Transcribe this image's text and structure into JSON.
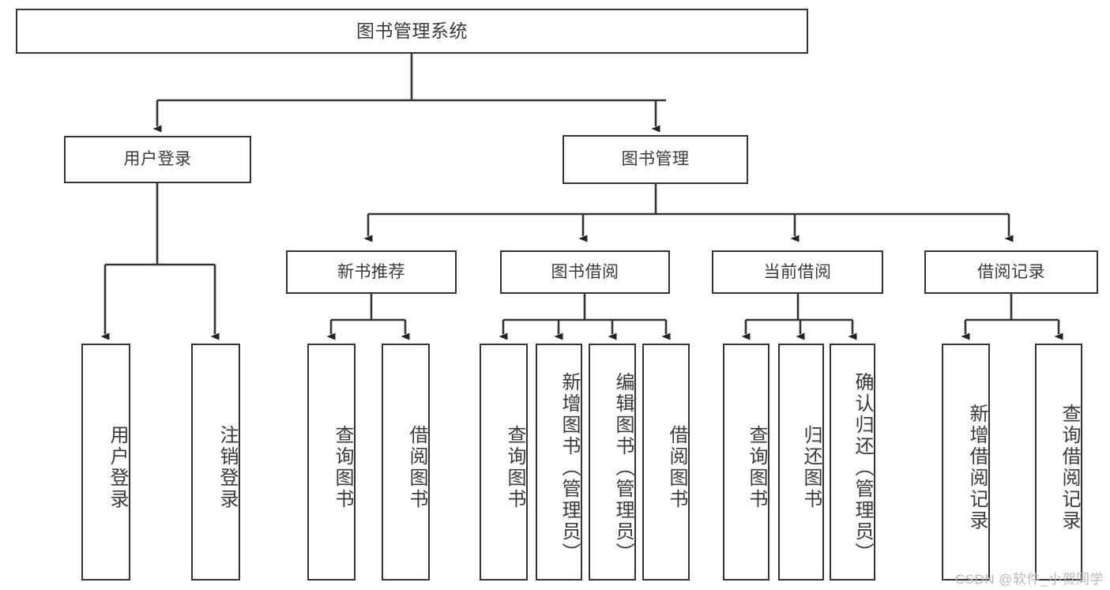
{
  "diagram": {
    "type": "tree-hierarchy-chart",
    "title": "图书管理系统",
    "watermark": "CSDN @软件_小贺同学",
    "colors": {
      "stroke": "#343434",
      "fill": "#ffffff",
      "text": "#3a3a3a",
      "watermark": "#b9b9b9"
    },
    "levels": {
      "root": {
        "label": "图书管理系统"
      },
      "level2": [
        {
          "label": "用户登录"
        },
        {
          "label": "图书管理"
        }
      ],
      "level3": [
        {
          "label": "新书推荐"
        },
        {
          "label": "图书借阅"
        },
        {
          "label": "当前借阅"
        },
        {
          "label": "借阅记录"
        }
      ]
    },
    "nodes": {
      "root": "图书管理系统",
      "user_login": "用户登录",
      "book_manage": "图书管理",
      "new_book_rec": "新书推荐",
      "book_borrow": "图书借阅",
      "current_borrow": "当前借阅",
      "borrow_record": "借阅记录",
      "leaf_user_login": "用户登录",
      "leaf_logout": "注销登录",
      "leaf_query_book_1": "查询图书",
      "leaf_borrow_book_1": "借阅图书",
      "leaf_query_book_2": "查询图书",
      "leaf_add_book_admin": "新增图书（管理员）",
      "leaf_edit_book_admin": "编辑图书（管理员）",
      "leaf_borrow_book_2": "借阅图书",
      "leaf_query_book_3": "查询图书",
      "leaf_return_book": "归还图书",
      "leaf_confirm_return_admin": "确认归还（管理员）",
      "leaf_add_borrow_record": "新增借阅记录",
      "leaf_query_borrow_record": "查询借阅记录"
    },
    "edges": [
      {
        "from": "图书管理系统",
        "to": "用户登录"
      },
      {
        "from": "图书管理系统",
        "to": "图书管理"
      },
      {
        "from": "用户登录",
        "to": "用户登录"
      },
      {
        "from": "用户登录",
        "to": "注销登录"
      },
      {
        "from": "图书管理",
        "to": "新书推荐"
      },
      {
        "from": "图书管理",
        "to": "图书借阅"
      },
      {
        "from": "图书管理",
        "to": "当前借阅"
      },
      {
        "from": "图书管理",
        "to": "借阅记录"
      },
      {
        "from": "新书推荐",
        "to": "查询图书"
      },
      {
        "from": "新书推荐",
        "to": "借阅图书"
      },
      {
        "from": "图书借阅",
        "to": "查询图书"
      },
      {
        "from": "图书借阅",
        "to": "新增图书（管理员）"
      },
      {
        "from": "图书借阅",
        "to": "编辑图书（管理员）"
      },
      {
        "from": "图书借阅",
        "to": "借阅图书"
      },
      {
        "from": "当前借阅",
        "to": "查询图书"
      },
      {
        "from": "当前借阅",
        "to": "归还图书"
      },
      {
        "from": "当前借阅",
        "to": "确认归还（管理员）"
      },
      {
        "from": "借阅记录",
        "to": "新增借阅记录"
      },
      {
        "from": "借阅记录",
        "to": "查询借阅记录"
      }
    ]
  }
}
